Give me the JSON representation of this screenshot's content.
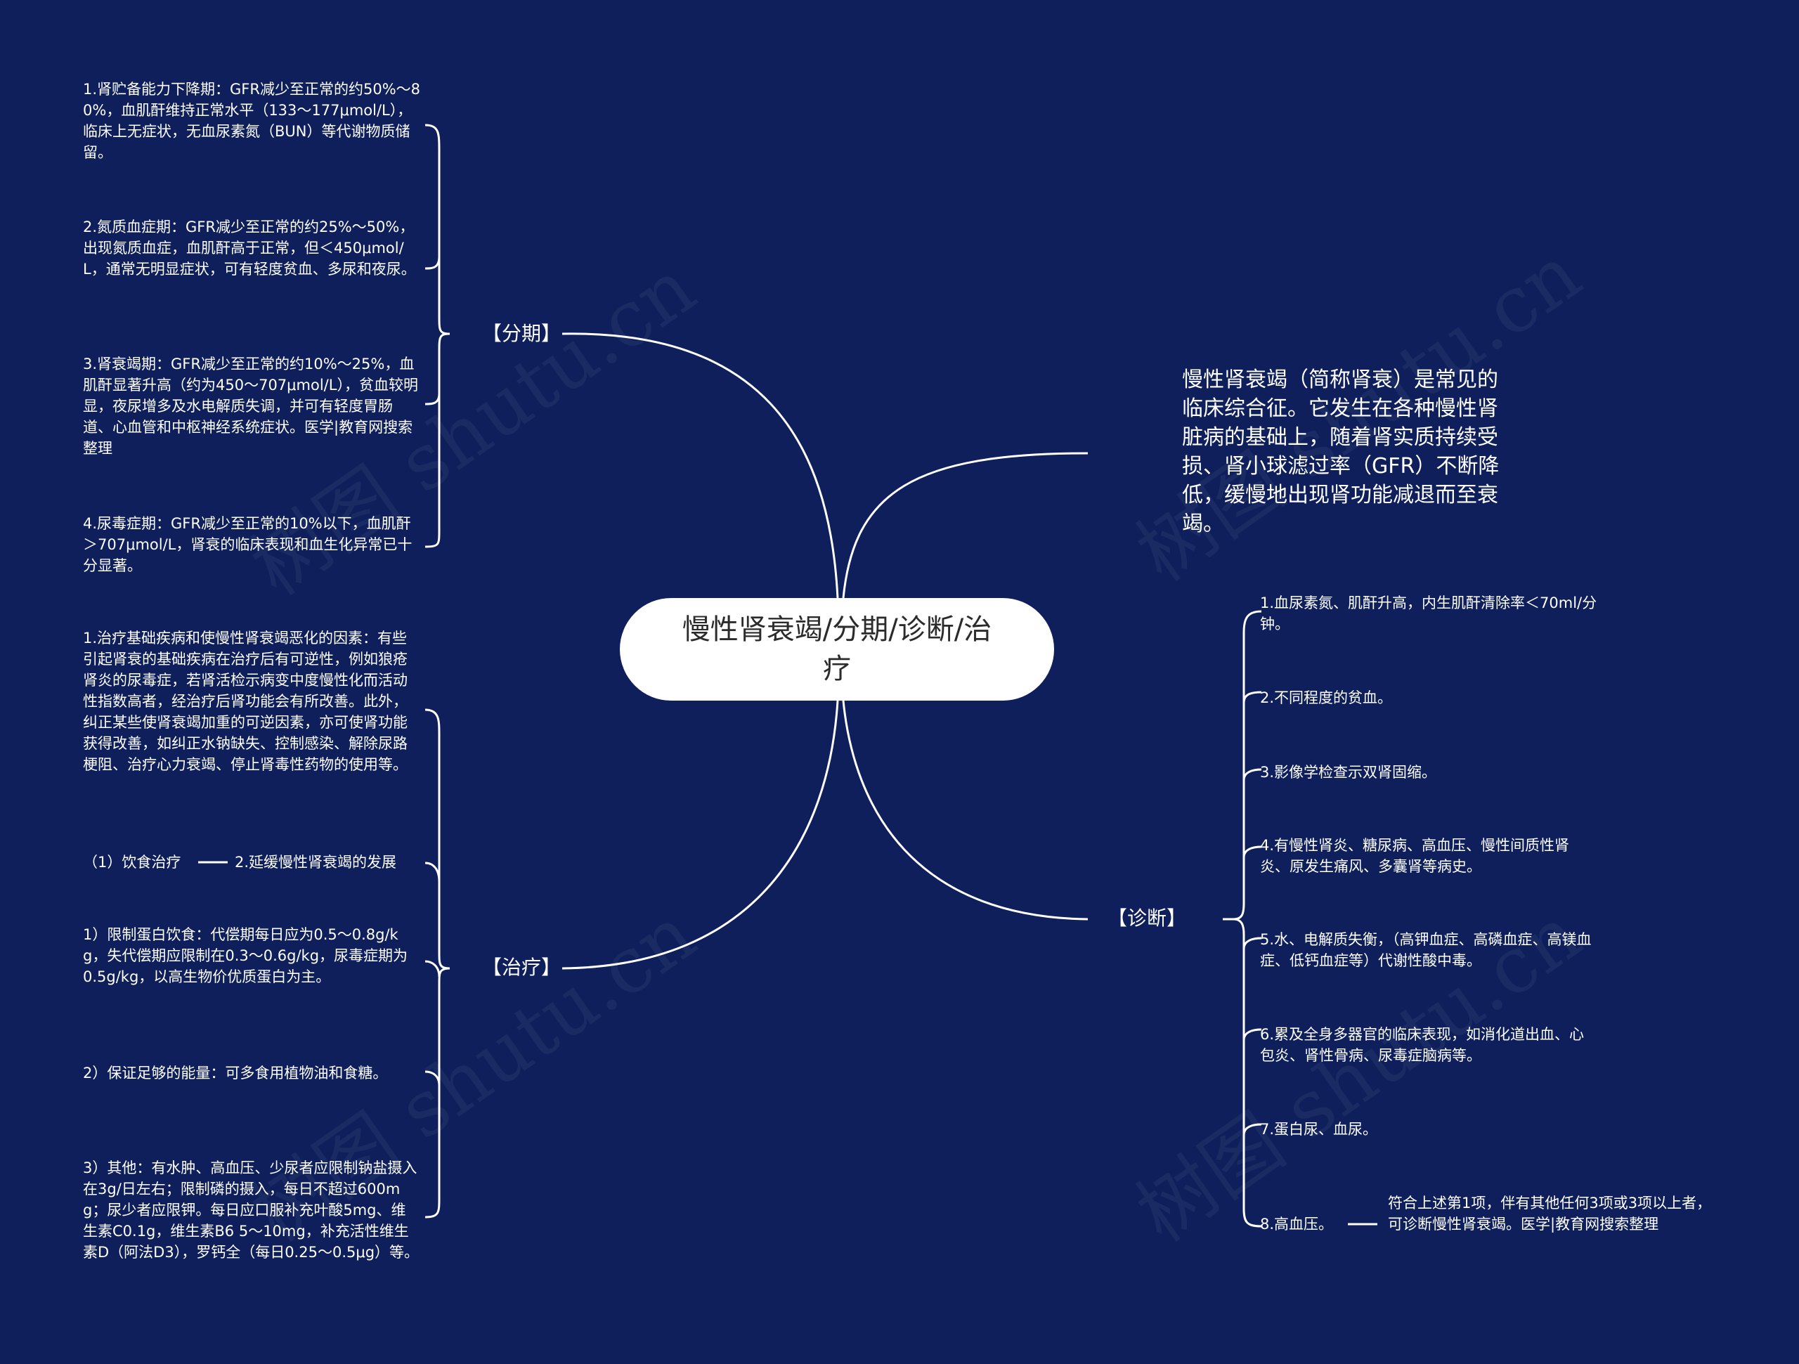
{
  "watermark": "树图 shutu.cn",
  "center": "慢性肾衰竭/分期/诊断/治疗",
  "intro": "慢性肾衰竭（简称肾衰）是常见的临床综合征。它发生在各种慢性肾脏病的基础上，随着肾实质持续受损、肾小球滤过率（GFR）不断降低，缓慢地出现肾功能减退而至衰竭。",
  "staging": {
    "label": "【分期】",
    "items": [
      "1.肾贮备能力下降期：GFR减少至正常的约50%～80%，血肌酐维持正常水平（133～177μmol/L），临床上无症状，无血尿素氮（BUN）等代谢物质储留。",
      "2.氮质血症期：GFR减少至正常的约25%～50%，出现氮质血症，血肌酐高于正常，但＜450μmol/L，通常无明显症状，可有轻度贫血、多尿和夜尿。",
      "3.肾衰竭期：GFR减少至正常的约10%～25%，血肌酐显著升高（约为450～707μmol/L），贫血较明显，夜尿增多及水电解质失调，并可有轻度胃肠道、心血管和中枢神经系统症状。医学|教育网搜索整理",
      "4.尿毒症期：GFR减少至正常的10%以下，血肌酐＞707μmol/L，肾衰的临床表现和血生化异常已十分显著。"
    ]
  },
  "treatment": {
    "label": "【治疗】",
    "items": [
      "1.治疗基础疾病和使慢性肾衰竭恶化的因素：有些引起肾衰的基础疾病在治疗后有可逆性，例如狼疮肾炎的尿毒症，若肾活检示病变中度慢性化而活动性指数高者，经治疗后肾功能会有所改善。此外，纠正某些使肾衰竭加重的可逆因素，亦可使肾功能获得改善，如纠正水钠缺失、控制感染、解除尿路梗阻、治疗心力衰竭、停止肾毒性药物的使用等。",
      "2.延缓慢性肾衰竭的发展",
      "1）限制蛋白饮食：代偿期每日应为0.5～0.8g/kg，失代偿期应限制在0.3～0.6g/kg，尿毒症期为0.5g/kg，以高生物价优质蛋白为主。",
      "2）保证足够的能量：可多食用植物油和食糖。",
      "3）其他：有水肿、高血压、少尿者应限制钠盐摄入在3g/日左右；限制磷的摄入，每日不超过600mg；尿少者应限钾。每日应口服补充叶酸5mg、维生素C0.1g，维生素B6 5～10mg，补充活性维生素D（阿法D3），罗钙全（每日0.25～0.5μg）等。"
    ],
    "sub_item": "（1）饮食治疗"
  },
  "diagnosis": {
    "label": "【诊断】",
    "items": [
      "1.血尿素氮、肌酐升高，内生肌酐清除率＜70ml/分钟。",
      "2.不同程度的贫血。",
      "3.影像学检查示双肾固缩。",
      "4.有慢性肾炎、糖尿病、高血压、慢性间质性肾炎、原发生痛风、多囊肾等病史。",
      "5.水、电解质失衡，（高钾血症、高磷血症、高镁血症、低钙血症等）代谢性酸中毒。",
      "6.累及全身多器官的临床表现，如消化道出血、心包炎、肾性骨病、尿毒症脑病等。",
      "7.蛋白尿、血尿。",
      "8.高血压。"
    ],
    "note": "符合上述第1项，伴有其他任何3项或3项以上者，可诊断慢性肾衰竭。医学|教育网搜索整理"
  },
  "colors": {
    "background": "#0e1f5b",
    "line": "#ffffff",
    "center_box": "#ffffff",
    "center_text": "#2b2b2b"
  }
}
